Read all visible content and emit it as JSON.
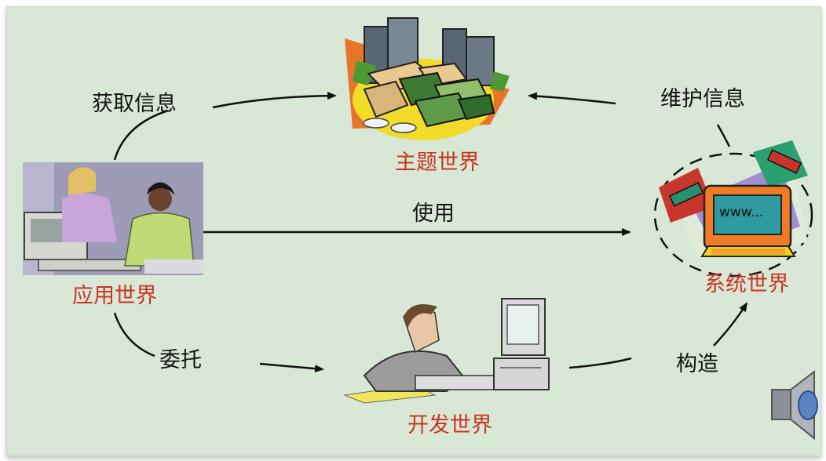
{
  "labels": {
    "acquire": "获取信息",
    "maintain": "维护信息",
    "use": "使用",
    "entrust": "委托",
    "construct": "构造"
  },
  "worlds": {
    "subject": "主题世界",
    "application": "应用世界",
    "system": "系统世界",
    "development": "开发世界"
  },
  "screen_text": "www...",
  "colors": {
    "background": "#d9e8d6",
    "world_label": "#c8351f",
    "arrow": "#111111"
  }
}
